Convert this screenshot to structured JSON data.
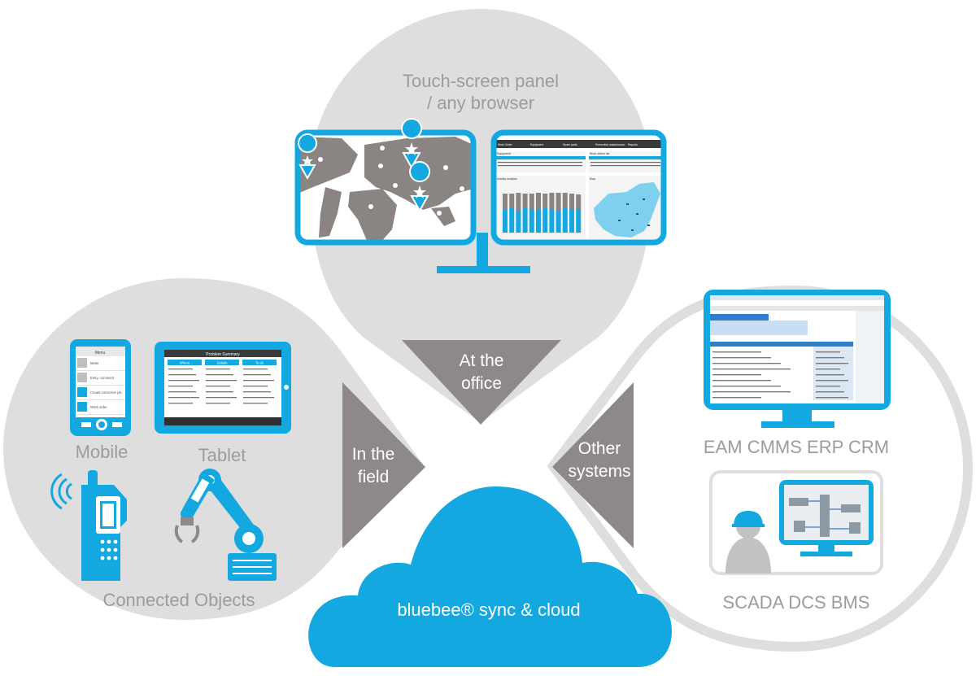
{
  "colors": {
    "accent_blue": "#13a8e0",
    "light_blue": "#7fd0ee",
    "panel_gray": "#dedede",
    "dark_gray": "#8e8888",
    "label_gray": "#9c9c9c",
    "map_gray": "#8a8583"
  },
  "office": {
    "title_line1": "Touch-screen panel",
    "title_line2": "/ any browser",
    "dashboard_tabs": [
      "Work Order",
      "Equipment",
      "Spare parts",
      "Preventive maintenance",
      "Reports"
    ],
    "panels": [
      "Equipment",
      "Work orders list",
      "Activity analysis",
      "Map"
    ],
    "connector_line1": "At the",
    "connector_line2": "office"
  },
  "field": {
    "mobile_label": "Mobile",
    "tablet_label": "Tablet",
    "connected_label": "Connected Objects",
    "mobile_menu_title": "Menu",
    "mobile_menu_items": [
      "Meter",
      "Entry, comment",
      "Create corrective job",
      "Work order"
    ],
    "tablet_title": "Problem Summary",
    "tablet_columns": [
      "Where",
      "Details",
      "To do"
    ],
    "connector_line1": "In the",
    "connector_line2": "field"
  },
  "systems": {
    "connector_line1": "Other",
    "connector_line2": "systems",
    "eam_label": "EAM CMMS ERP CRM",
    "scada_label": "SCADA DCS BMS"
  },
  "cloud": {
    "label": "bluebee® sync & cloud"
  },
  "icons": [
    "world-map-icon",
    "location-pin-icon",
    "bar-chart-icon",
    "china-map-icon",
    "smartphone-icon",
    "tablet-icon",
    "wireless-signal-icon",
    "handheld-device-icon",
    "robot-arm-icon",
    "operator-icon",
    "monitor-icon",
    "cloud-icon"
  ]
}
